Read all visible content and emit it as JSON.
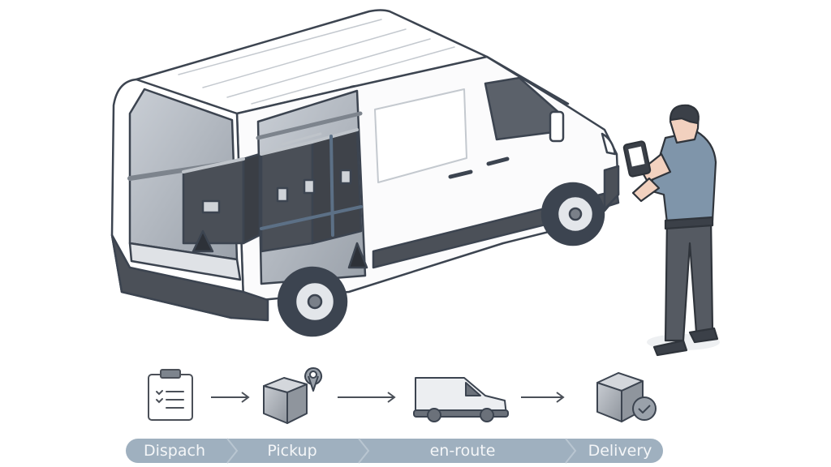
{
  "illustration": {
    "subject": "Delivery van with open rear and side doors carrying secured cargo cases, courier scanning package with handheld device",
    "van_color": "#ffffff",
    "outline_color": "#3c4450",
    "cargo_color": "#4a4f57",
    "person": {
      "shirt_color": "#7f95aa",
      "pants_color": "#555a62",
      "skin_color": "#f2d1bf",
      "hair_color": "#3b4048",
      "device": "handheld scanner"
    }
  },
  "process": {
    "bar_color": "#9fb0bf",
    "steps": [
      {
        "label": "Dispach",
        "icon": "clipboard-checklist-icon"
      },
      {
        "label": "Pickup",
        "icon": "package-location-icon"
      },
      {
        "label": "en-route",
        "icon": "delivery-van-icon"
      },
      {
        "label": "Delivery",
        "icon": "package-check-icon"
      }
    ],
    "arrows": 3
  }
}
